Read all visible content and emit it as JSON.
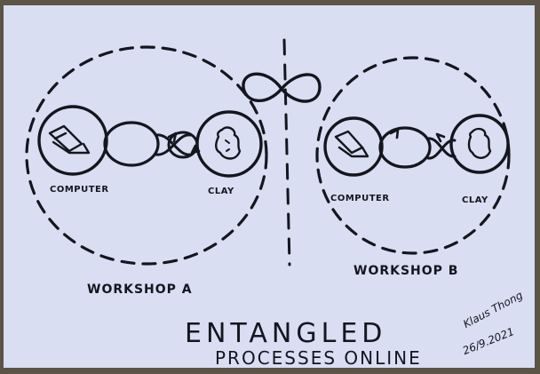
{
  "workshop_a": {
    "label": "WORKSHOP A",
    "computer_label": "COMPUTER",
    "clay_label": "CLAY"
  },
  "workshop_b": {
    "label": "WORKSHOP B",
    "computer_label": "COMPUTER",
    "clay_label": "CLAY"
  },
  "title": {
    "line1": "ENTANGLED",
    "line2": "PROCESSES ONLINE"
  },
  "signature": {
    "name": "Klaus Thong",
    "date": "26/9.2021"
  },
  "colors": {
    "ink": "#14161e",
    "paper": "#d9def3",
    "background": "#5d5448"
  }
}
